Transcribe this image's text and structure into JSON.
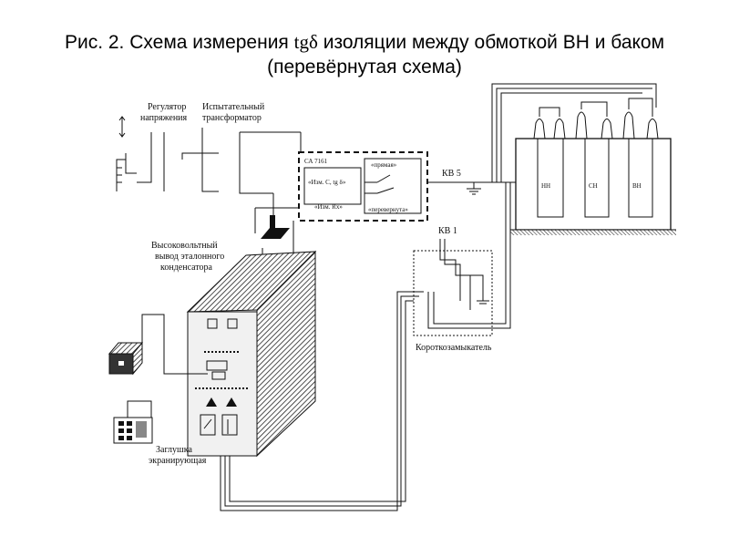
{
  "title": {
    "line1_prefix": "Рис. 2. Схема  измерения ",
    "line1_symbol": "tgδ",
    "line1_suffix": " изоляции между обмоткой ВН и баком",
    "line2": "(перевёрнутая схема)"
  },
  "labels": {
    "regulator_1": "Регулятор",
    "regulator_2": "напряжения",
    "test_transformer_1": "Испытательный",
    "test_transformer_2": "трансформатор",
    "bridge": "СА 7161",
    "bridge_mode_1": "«Изм. С, tg δ»",
    "bridge_mode_2": "«Изм. Rx»",
    "bridge_direct": "«прямая»",
    "bridge_inverted": "«перевернута»",
    "kv5": "КВ 5",
    "kv1": "КВ 1",
    "winding_nn": "НН",
    "winding_sn": "СН",
    "winding_vn": "ВН",
    "capacitor_1": "Высоковольтный",
    "capacitor_2": "вывод эталонного",
    "capacitor_3": "конденсатора",
    "short_circuiter": "Короткозамыкатель",
    "shield_plug_1": "Заглушка",
    "shield_plug_2": "экранирующая"
  },
  "icons": [
    "arrow-updown-icon",
    "ground-icon",
    "hazard-icon",
    "keypad-icon"
  ]
}
